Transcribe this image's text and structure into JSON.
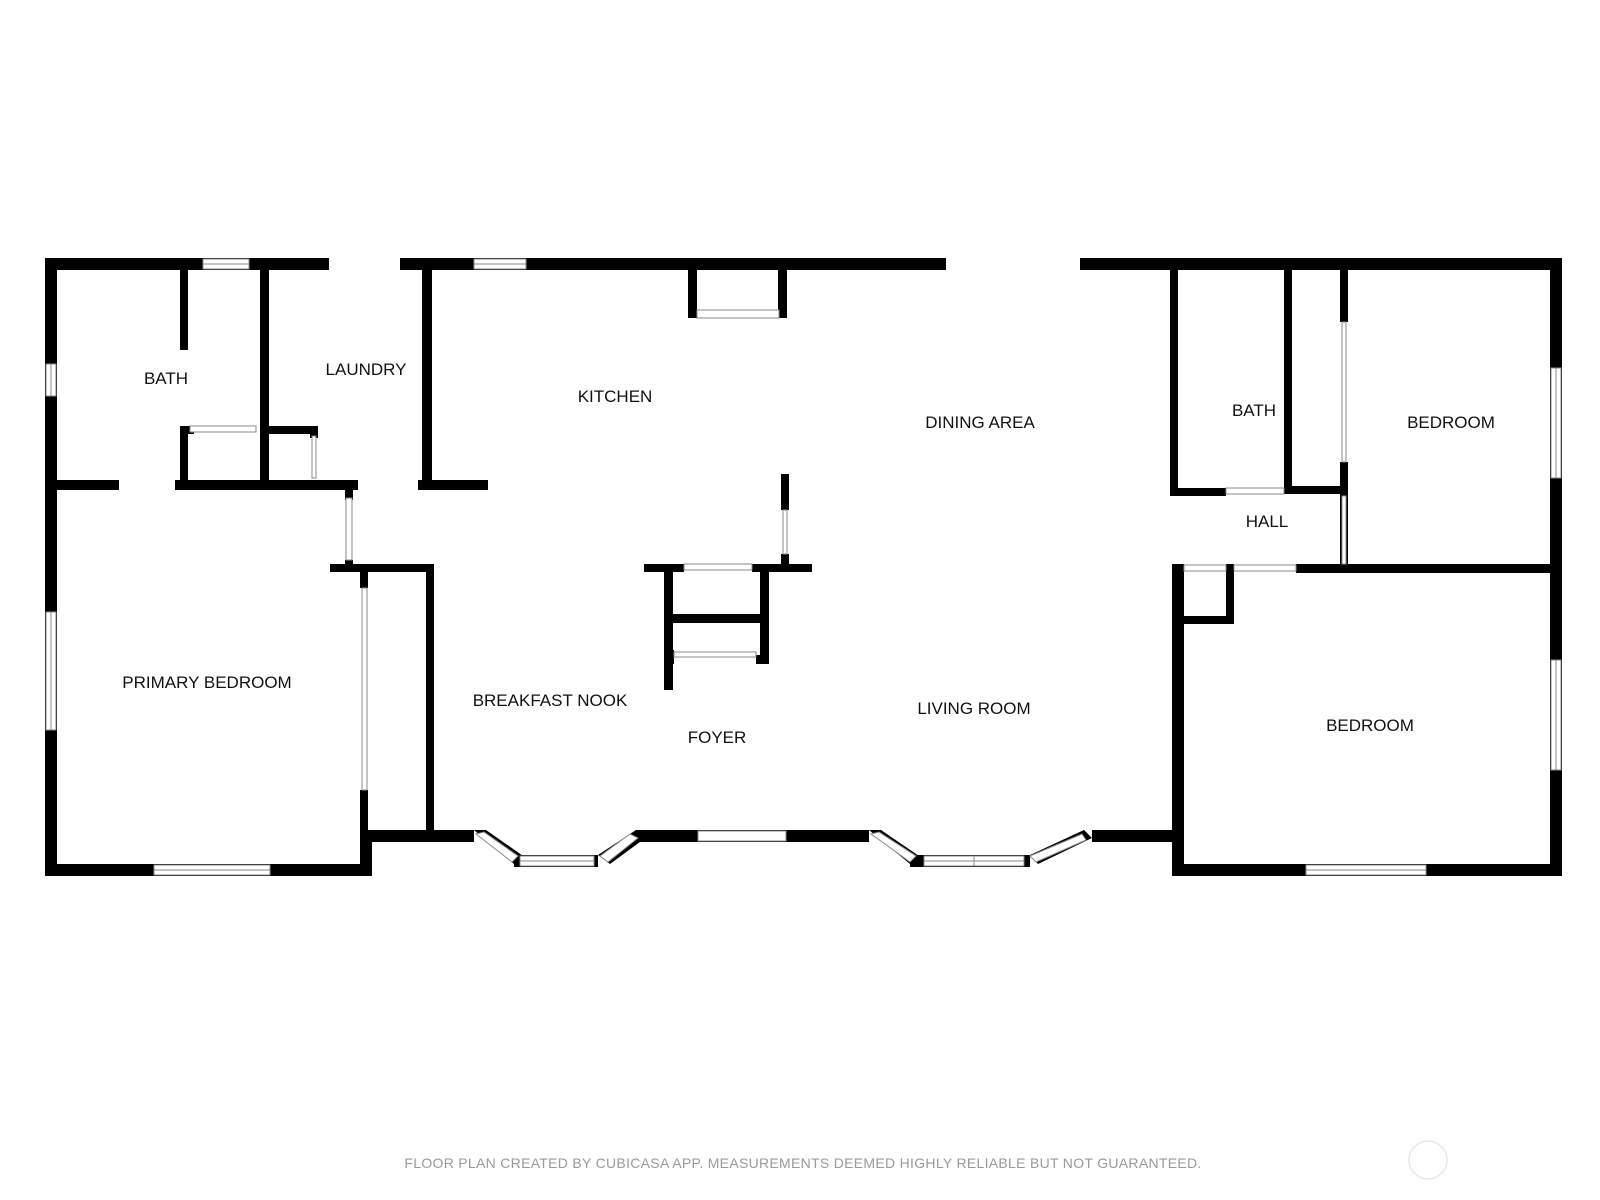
{
  "floor_plan": {
    "rooms": {
      "bath_left": "BATH",
      "laundry": "LAUNDRY",
      "kitchen": "KITCHEN",
      "dining_area": "DINING AREA",
      "bath_right": "BATH",
      "bedroom_upper": "BEDROOM",
      "hall": "HALL",
      "primary_bedroom": "PRIMARY BEDROOM",
      "breakfast_nook": "BREAKFAST NOOK",
      "foyer": "FOYER",
      "living_room": "LIVING ROOM",
      "bedroom_lower": "BEDROOM"
    },
    "footer_note": "FLOOR PLAN CREATED BY CUBICASA APP. MEASUREMENTS DEEMED HIGHLY RELIABLE BUT NOT GUARANTEED.",
    "colors": {
      "wall": "#000000",
      "background": "#ffffff",
      "footer_text": "#9a9a9a"
    }
  }
}
